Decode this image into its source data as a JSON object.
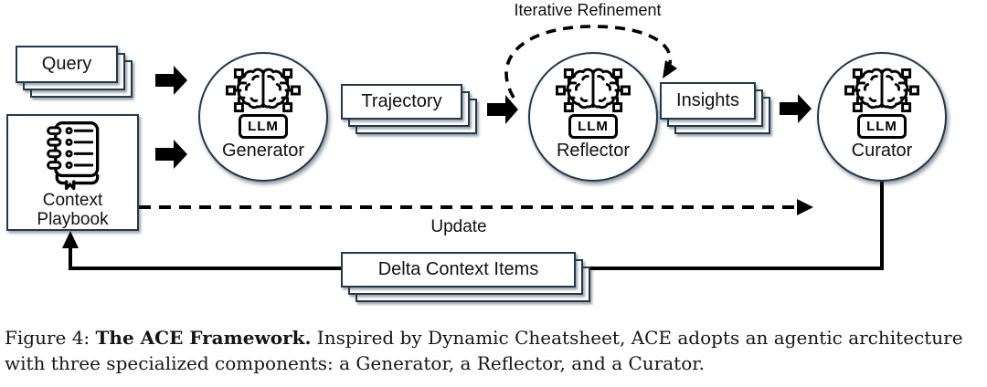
{
  "figure": {
    "stacks": {
      "query": "Query",
      "trajectory": "Trajectory",
      "insights": "Insights",
      "delta": "Delta Context Items"
    },
    "playbook": {
      "line1": "Context",
      "line2": "Playbook"
    },
    "nodes": {
      "generator": {
        "label": "Generator",
        "badge": "LLM"
      },
      "reflector": {
        "label": "Reflector",
        "badge": "LLM"
      },
      "curator": {
        "label": "Curator",
        "badge": "LLM"
      }
    },
    "labels": {
      "iterative_refinement": "Iterative Refinement",
      "update": "Update"
    }
  },
  "caption": {
    "prefix": "Figure 4: ",
    "bold": "The ACE Framework.",
    "rest": " Inspired by Dynamic Cheatsheet, ACE adopts an agentic architecture with three specialized components: a Generator, a Reflector, and a Curator."
  },
  "colors": {
    "border_navy": "#1f3a50",
    "ink": "#000000",
    "background": "#ffffff"
  }
}
